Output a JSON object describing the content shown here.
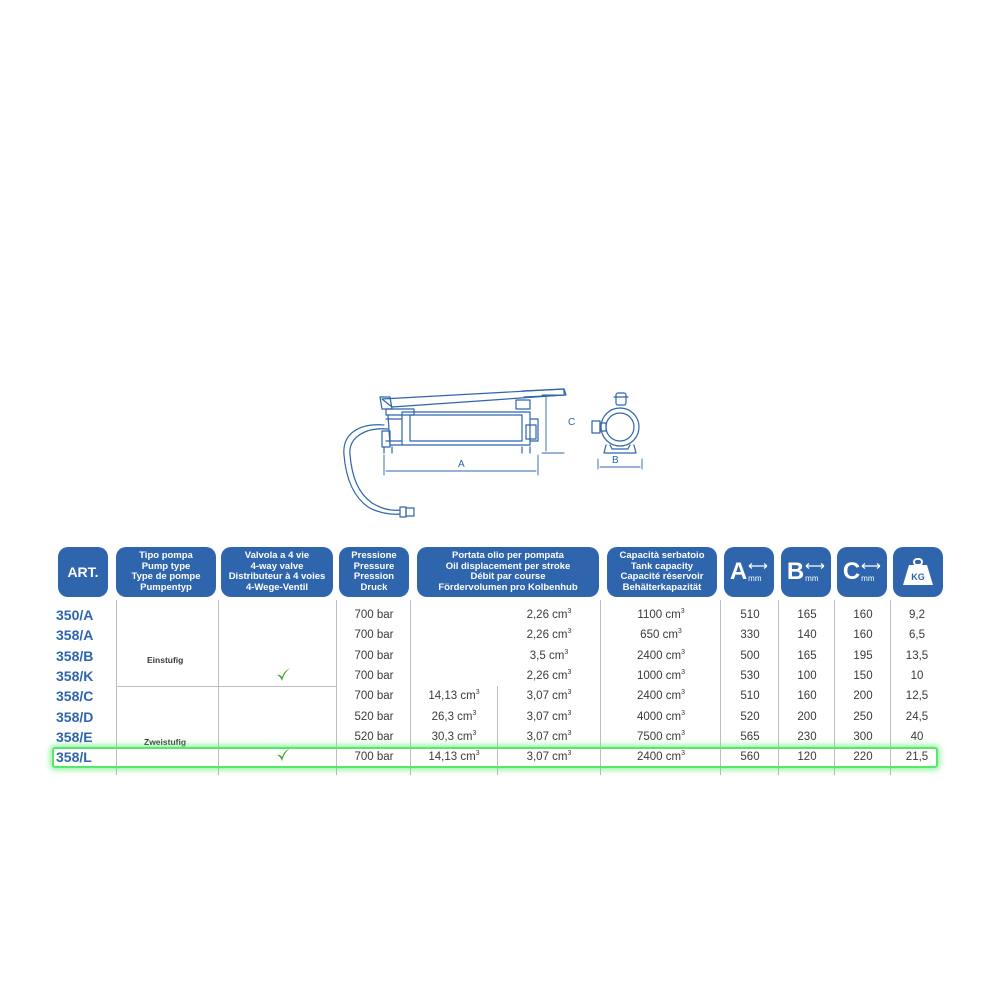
{
  "drawing": {
    "labels": {
      "a": "A",
      "b": "B",
      "c": "C"
    }
  },
  "headers": {
    "art": "ART.",
    "pump_type": [
      "Tipo pompa",
      "Pump type",
      "Type de pompe",
      "Pumpentyp"
    ],
    "valve": [
      "Valvola a 4 vie",
      "4-way valve",
      "Distributeur à 4 voies",
      "4-Wege-Ventil"
    ],
    "pressure": [
      "Pressione",
      "Pressure",
      "Pression",
      "Druck"
    ],
    "oil": [
      "Portata olio per pompata",
      "Oil displacement per stroke",
      "Débit par course",
      "Fördervolumen pro Kolbenhub"
    ],
    "tank": [
      "Capacità serbatoio",
      "Tank capacity",
      "Capacité réservoir",
      "Behälterkapazität"
    ],
    "dim_a": {
      "letter": "A",
      "unit": "mm"
    },
    "dim_b": {
      "letter": "B",
      "unit": "mm"
    },
    "dim_c": {
      "letter": "C",
      "unit": "mm"
    },
    "weight": "KG"
  },
  "groups": {
    "single": "Einstufig",
    "double": "Zweistufig"
  },
  "check_mark": "✓",
  "unit_cm3": "cm",
  "rows": [
    {
      "art": "350/A",
      "pressure": "700 bar",
      "oil1": "",
      "oil2": "2,26",
      "tank": "1100",
      "a": "510",
      "b": "165",
      "c": "160",
      "kg": "9,2"
    },
    {
      "art": "358/A",
      "pressure": "700 bar",
      "oil1": "",
      "oil2": "2,26",
      "tank": "650",
      "a": "330",
      "b": "140",
      "c": "160",
      "kg": "6,5"
    },
    {
      "art": "358/B",
      "pressure": "700 bar",
      "oil1": "",
      "oil2": "3,5",
      "tank": "2400",
      "a": "500",
      "b": "165",
      "c": "195",
      "kg": "13,5"
    },
    {
      "art": "358/K",
      "pressure": "700 bar",
      "oil1": "",
      "oil2": "2,26",
      "tank": "1000",
      "a": "530",
      "b": "100",
      "c": "150",
      "kg": "10"
    },
    {
      "art": "358/C",
      "pressure": "700 bar",
      "oil1": "14,13",
      "oil2": "3,07",
      "tank": "2400",
      "a": "510",
      "b": "160",
      "c": "200",
      "kg": "12,5"
    },
    {
      "art": "358/D",
      "pressure": "520 bar",
      "oil1": "26,3",
      "oil2": "3,07",
      "tank": "4000",
      "a": "520",
      "b": "200",
      "c": "250",
      "kg": "24,5"
    },
    {
      "art": "358/E",
      "pressure": "520 bar",
      "oil1": "30,3",
      "oil2": "3,07",
      "tank": "7500",
      "a": "565",
      "b": "230",
      "c": "300",
      "kg": "40"
    },
    {
      "art": "358/L",
      "pressure": "700 bar",
      "oil1": "14,13",
      "oil2": "3,07",
      "tank": "2400",
      "a": "560",
      "b": "120",
      "c": "220",
      "kg": "21,5"
    }
  ],
  "colors": {
    "header_bg": "#2e65ad",
    "art_text": "#2e65ad",
    "check": "#4aa82e",
    "highlight": "#55e86a"
  }
}
